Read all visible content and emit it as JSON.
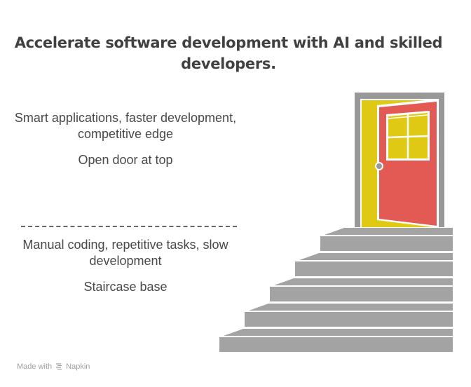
{
  "title": "Accelerate software development with AI and skilled developers.",
  "top": {
    "description": "Smart applications, faster development, competitive edge",
    "label": "Open door at top"
  },
  "bottom": {
    "description": "Manual coding, repetitive tasks, slow development",
    "label": "Staircase base"
  },
  "illustration": {
    "door_color": "#e35a55",
    "doorway_color": "#dfc914",
    "frame_color": "#989898",
    "stair_color": "#a3a3a3",
    "step_count": 5
  },
  "footer": {
    "made_with": "Made with",
    "brand": "Napkin",
    "icon": "napkin-logo-icon"
  }
}
